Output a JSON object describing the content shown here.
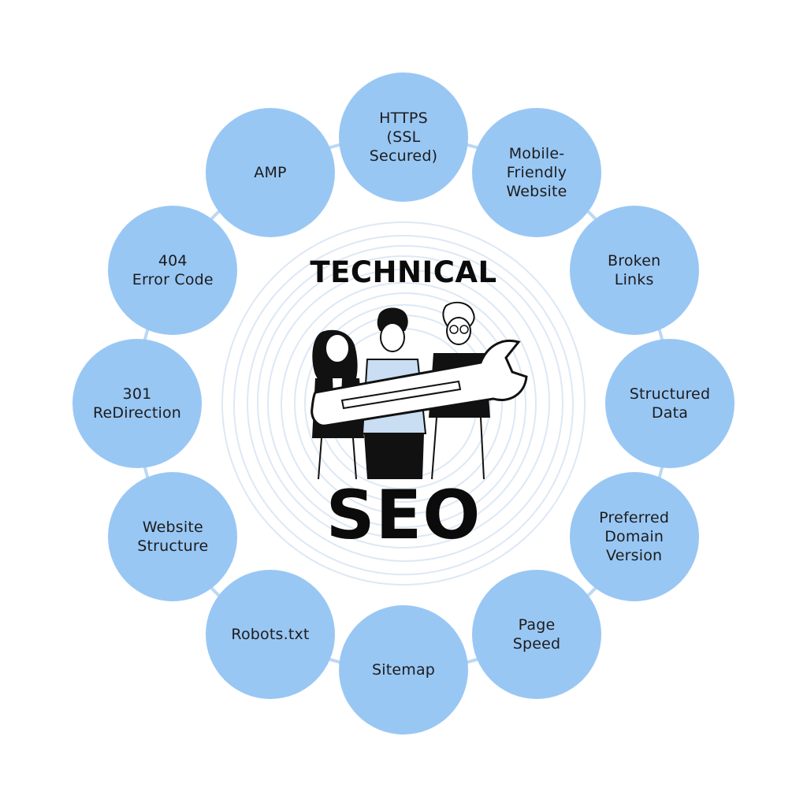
{
  "title_top": "TECHNICAL",
  "title_bottom": "SEO",
  "colors": {
    "node_fill": "#99c7f4",
    "ring_line": "#bcd8f3",
    "text": "#1c1c1c",
    "title": "#0b0b0b"
  },
  "illustration_icon": "three-people-holding-wrench",
  "nodes": [
    {
      "label": "HTTPS\n(SSL\nSecured)"
    },
    {
      "label": "Mobile-\nFriendly\nWebsite"
    },
    {
      "label": "Broken\nLinks"
    },
    {
      "label": "Structured\nData"
    },
    {
      "label": "Preferred\nDomain\nVersion"
    },
    {
      "label": "Page\nSpeed"
    },
    {
      "label": "Sitemap"
    },
    {
      "label": "Robots.txt"
    },
    {
      "label": "Website\nStructure"
    },
    {
      "label": "301\nReDirection"
    },
    {
      "label": "404\nError Code"
    },
    {
      "label": "AMP"
    }
  ]
}
